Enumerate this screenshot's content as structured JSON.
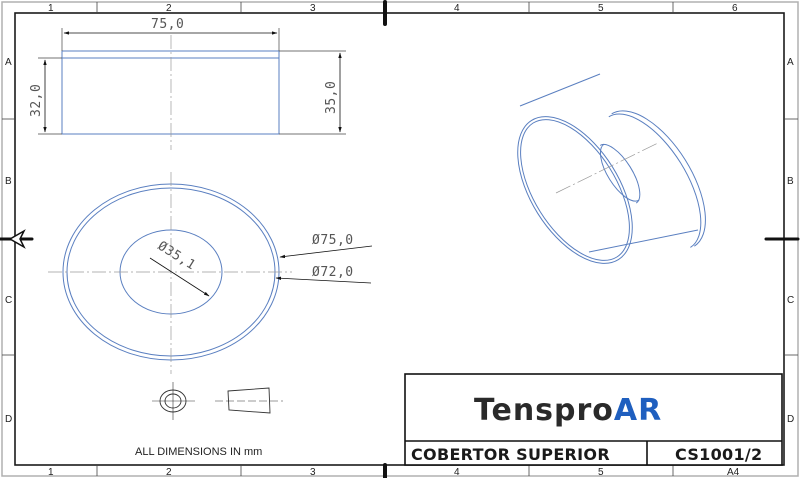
{
  "sheet": {
    "size": "A4",
    "columns": [
      "1",
      "2",
      "3",
      "4",
      "5",
      "6"
    ],
    "rows": [
      "A",
      "B",
      "C",
      "D"
    ]
  },
  "front_view": {
    "width_dim": "75,0",
    "inner_height_dim": "32,0",
    "outer_height_dim": "35,0"
  },
  "top_view": {
    "outer_diameter": "Ø75,0",
    "inner_rim_diameter": "Ø72,0",
    "hole_diameter": "Ø35,1"
  },
  "projection_symbol": "third-angle-projection-icon",
  "notes": {
    "units": "ALL DIMENSIONS IN mm"
  },
  "title_block": {
    "logo_part1": "Tenspro",
    "logo_part2": "AR",
    "logo_colors": {
      "part1": "#2a2a2a",
      "part2": "#1f5fbf"
    },
    "part_name": "COBERTOR SUPERIOR",
    "drawing_number": "CS1001/2"
  },
  "colors": {
    "geometry": "#5a7fc0",
    "centerline": "#9a9a9a",
    "frame": "#1a1a1a",
    "outer_border": "#b0b0b0"
  }
}
